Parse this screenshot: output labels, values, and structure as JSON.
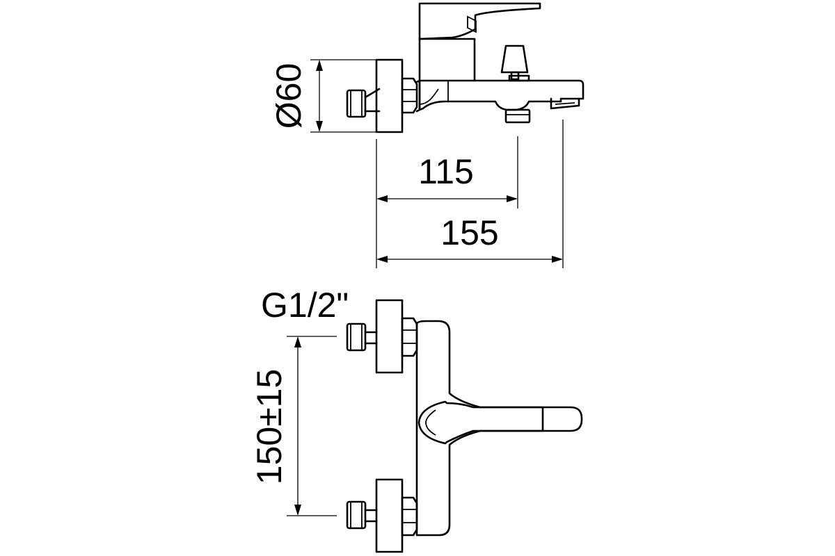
{
  "diagram": {
    "dimensions": {
      "diameter": "Ø60",
      "depth_outlet": "115",
      "depth_total": "155",
      "thread": "G1/2\"",
      "centers": "150±15"
    },
    "colors": {
      "line": "#000000",
      "background": "#ffffff"
    }
  }
}
